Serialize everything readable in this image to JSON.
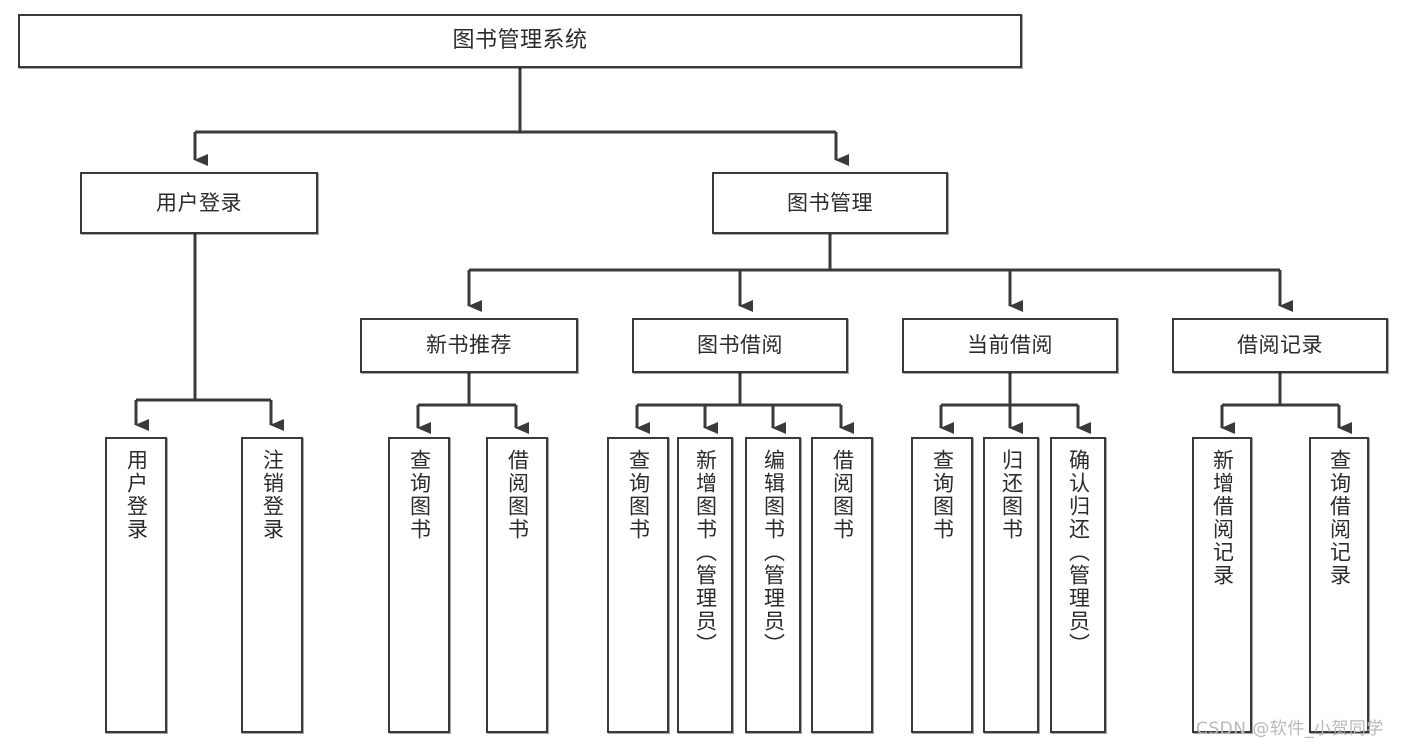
{
  "diagram": {
    "type": "tree",
    "title": "图书管理系统",
    "orientation": "top-down",
    "colors": {
      "box_border": "#3a3a3a",
      "box_fill": "#ffffff",
      "text": "#2b2b2b",
      "edge": "#3a3a3a",
      "watermark": "#b9b9b9"
    }
  },
  "nodes": {
    "root": {
      "label": "图书管理系统"
    },
    "level1": [
      {
        "id": "user-login",
        "label": "用户登录"
      },
      {
        "id": "book-manage",
        "label": "图书管理"
      }
    ],
    "level2": [
      {
        "id": "new-book-recommend",
        "label": "新书推荐"
      },
      {
        "id": "book-borrow",
        "label": "图书借阅"
      },
      {
        "id": "current-borrow",
        "label": "当前借阅"
      },
      {
        "id": "borrow-record",
        "label": "借阅记录"
      }
    ],
    "leaves": {
      "user-login": [
        {
          "id": "leaf-user-login",
          "label": "用户登录"
        },
        {
          "id": "leaf-logout-login",
          "label": "注销登录"
        }
      ],
      "new-book-recommend": [
        {
          "id": "leaf-query-book-1",
          "label": "查询图书"
        },
        {
          "id": "leaf-borrow-book-1",
          "label": "借阅图书"
        }
      ],
      "book-borrow": [
        {
          "id": "leaf-query-book-2",
          "label": "查询图书"
        },
        {
          "id": "leaf-add-book",
          "label": "新增图书（管理员）"
        },
        {
          "id": "leaf-edit-book",
          "label": "编辑图书（管理员）"
        },
        {
          "id": "leaf-borrow-book-2",
          "label": "借阅图书"
        }
      ],
      "current-borrow": [
        {
          "id": "leaf-query-book-3",
          "label": "查询图书"
        },
        {
          "id": "leaf-return-book",
          "label": "归还图书"
        },
        {
          "id": "leaf-confirm-return",
          "label": "确认归还（管理员）"
        }
      ],
      "borrow-record": [
        {
          "id": "leaf-add-record",
          "label": "新增借阅记录"
        },
        {
          "id": "leaf-query-record",
          "label": "查询借阅记录"
        }
      ]
    }
  },
  "watermark": {
    "text": "CSDN @软件_小贺同学"
  }
}
